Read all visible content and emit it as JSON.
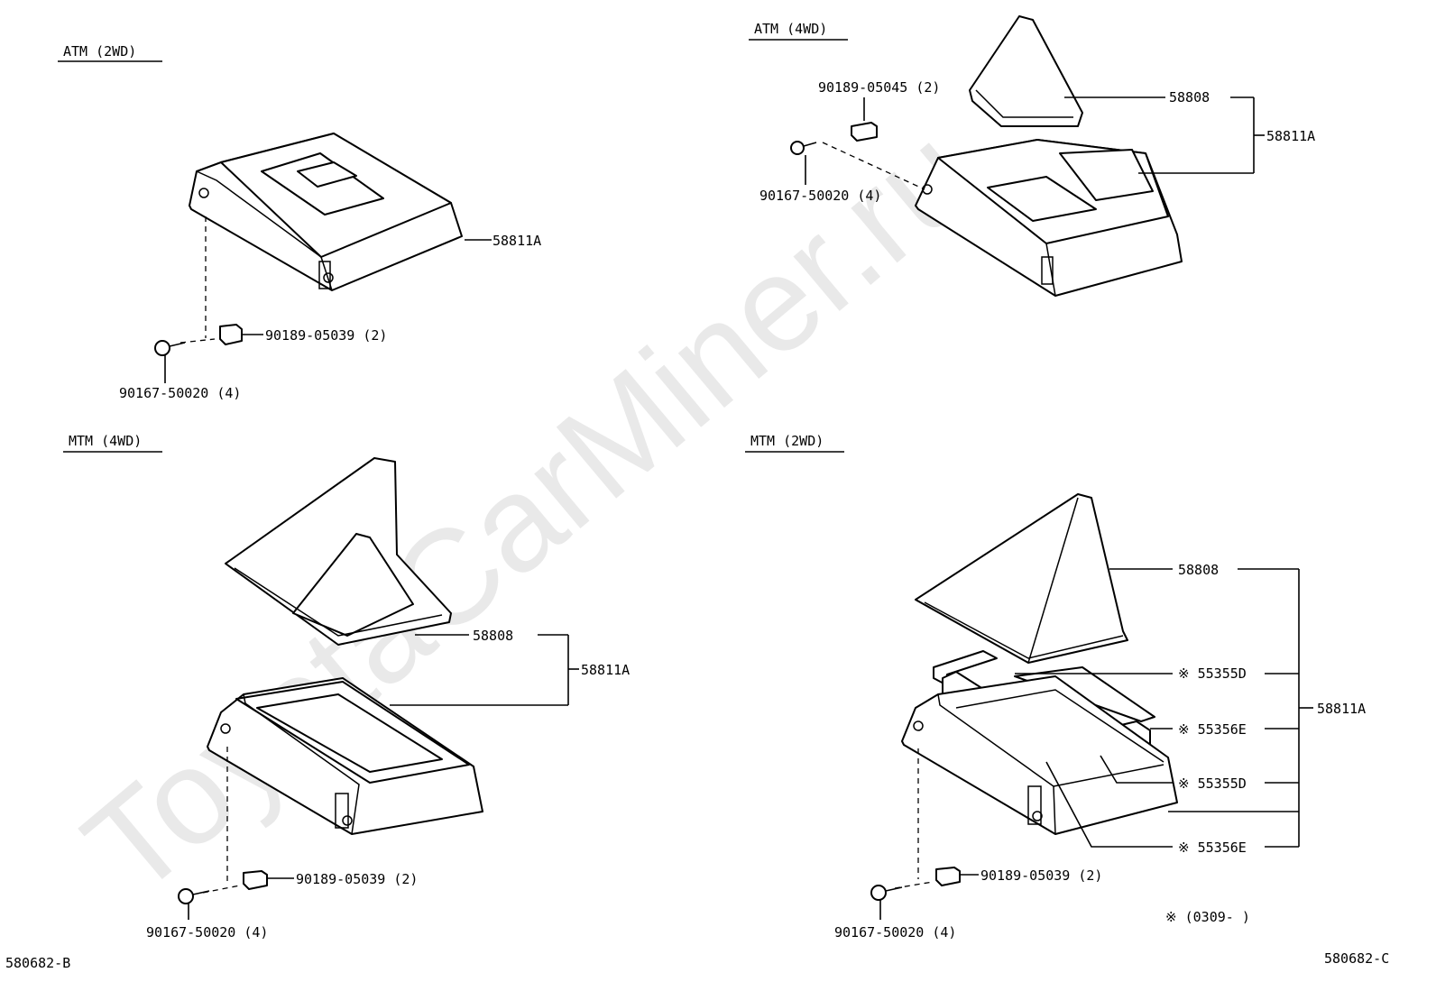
{
  "watermark": "ToyotaCarMiner.ru",
  "sections": {
    "atm_2wd": "ATM  (2WD)",
    "atm_4wd": "ATM  (4WD)",
    "mtm_4wd": "MTM  (4WD)",
    "mtm_2wd": "MTM  (2WD)"
  },
  "labels": {
    "atm2_main": "58811A",
    "atm2_clip": "90189-05039 (2)",
    "atm2_screw": "90167-50020 (4)",
    "atm4_clip": "90189-05045 (2)",
    "atm4_boot": "58808",
    "atm4_main": "58811A",
    "atm4_screw": "90167-50020 (4)",
    "mtm4_boot": "58808",
    "mtm4_main": "58811A",
    "mtm4_clip": "90189-05039 (2)",
    "mtm4_screw": "90167-50020 (4)",
    "mtm2_boot": "58808",
    "mtm2_main": "58811A",
    "mtm2_p1": "※ 55355D",
    "mtm2_p2": "※ 55356E",
    "mtm2_p3": "※ 55355D",
    "mtm2_p4": "※ 55356E",
    "mtm2_clip": "90189-05039 (2)",
    "mtm2_screw": "90167-50020 (4)",
    "note": "※ (0309-     )"
  },
  "codes": {
    "left": "580682-B",
    "right": "580682-C"
  }
}
